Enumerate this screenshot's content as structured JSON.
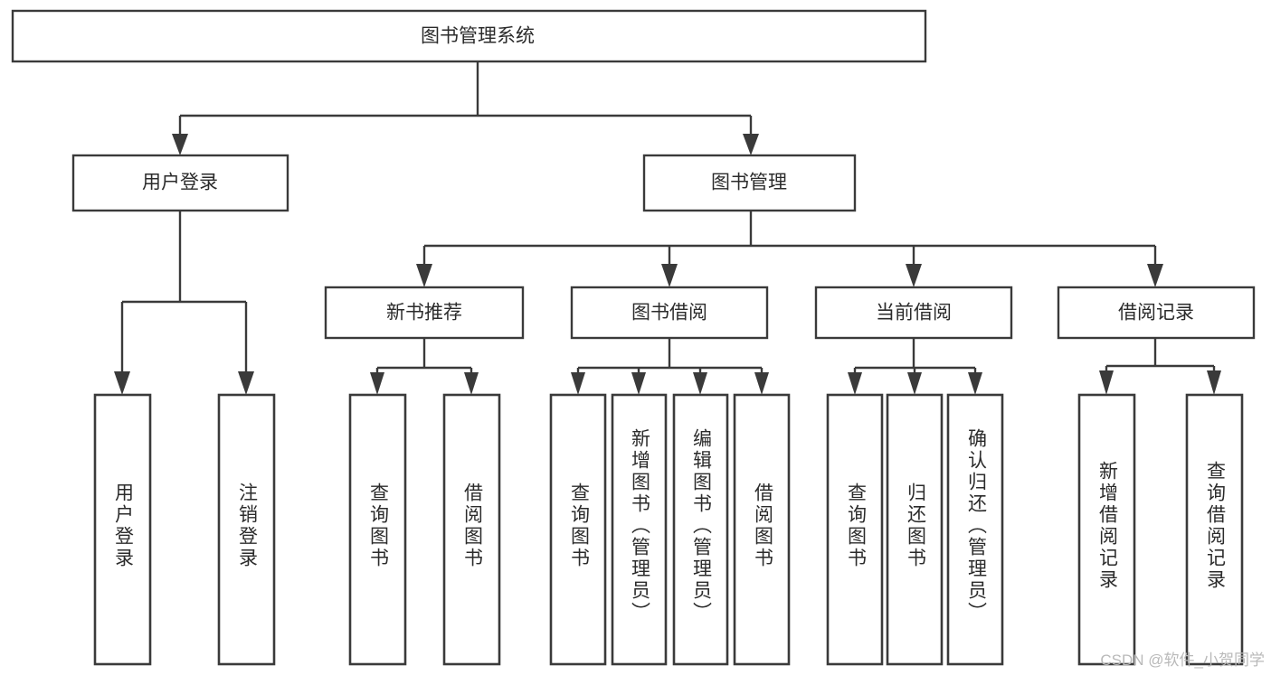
{
  "diagram": {
    "title": "图书管理系统",
    "type": "tree-hierarchy-chart",
    "orientation": "top-down",
    "colors": {
      "box_fill": "#ffffff",
      "box_stroke": "#3a3a3a",
      "text": "#2b2b2b",
      "background": "#ffffff",
      "watermark": "#b9b9b9"
    }
  },
  "root": {
    "label": "图书管理系统"
  },
  "level2": [
    {
      "label": "用户登录"
    },
    {
      "label": "图书管理"
    }
  ],
  "level3": [
    {
      "label": "新书推荐"
    },
    {
      "label": "图书借阅"
    },
    {
      "label": "当前借阅"
    },
    {
      "label": "借阅记录"
    }
  ],
  "leaves": {
    "user_login": [
      {
        "label": "用户登录"
      },
      {
        "label": "注销登录"
      }
    ],
    "new_book_recommend": [
      {
        "label": "查询图书"
      },
      {
        "label": "借阅图书"
      }
    ],
    "book_borrow": [
      {
        "label": "查询图书"
      },
      {
        "label": "新增图书（管理员）"
      },
      {
        "label": "编辑图书（管理员）"
      },
      {
        "label": "借阅图书"
      }
    ],
    "current_borrow": [
      {
        "label": "查询图书"
      },
      {
        "label": "归还图书"
      },
      {
        "label": "确认归还（管理员）"
      }
    ],
    "borrow_record": [
      {
        "label": "新增借阅记录"
      },
      {
        "label": "查询借阅记录"
      }
    ]
  },
  "watermark": {
    "text": "CSDN @软件_小贺同学"
  }
}
